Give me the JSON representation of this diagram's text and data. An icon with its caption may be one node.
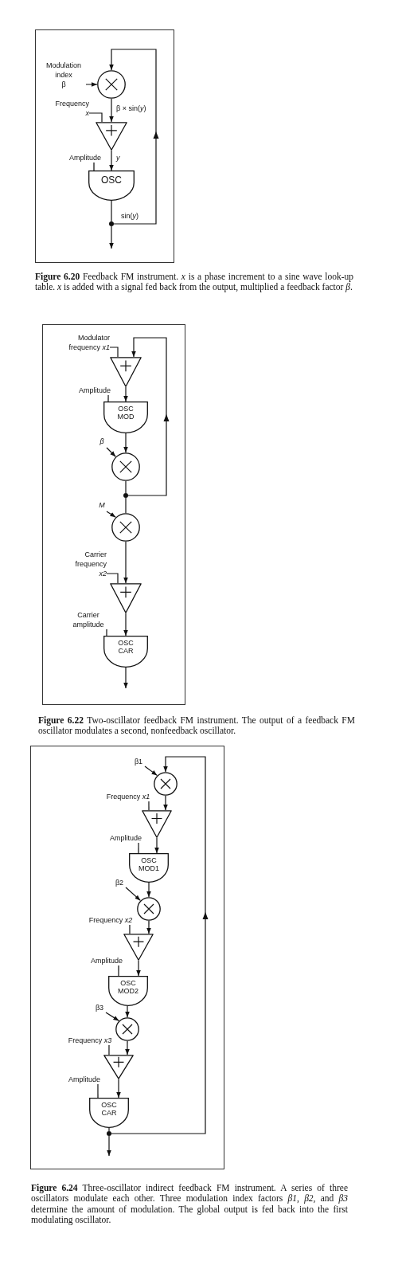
{
  "diagram": {
    "nodes": [
      {
        "text": [
          "Modulation index β"
        ]
      },
      {
        "text": [],
        "shape": "circle"
      },
      {
        "text": [
          "Frequency *x*"
        ]
      },
      {
        "text": [],
        "shape": "triangle"
      },
      {
        "text": [
          "Amplitude"
        ]
      },
      {
        "text": [
          "OSC"
        ]
      },
      {
        "text": [],
        "shape": "dot"
      },
      {
        "text": [
          "Modulator frequency *x1*"
        ]
      },
      {
        "text": [],
        "shape": "triangle"
      },
      {
        "text": [
          "Amplitude"
        ]
      },
      {
        "text": [
          "OSC MOD"
        ]
      },
      {
        "text": [
          "β"
        ]
      },
      {
        "text": [],
        "shape": "circle"
      },
      {
        "text": [],
        "shape": "dot"
      },
      {
        "text": [
          "M"
        ]
      },
      {
        "text": [],
        "shape": "circle"
      },
      {
        "text": [
          "Carrier frequency *x2*"
        ]
      },
      {
        "text": [],
        "shape": "triangle"
      },
      {
        "text": [
          "Carrier amplitude"
        ]
      },
      {
        "text": [
          "OSC CAR"
        ]
      },
      {
        "text": [
          "β1"
        ]
      },
      {
        "text": [],
        "shape": "circle"
      },
      {
        "text": [
          "Frequency *x1*"
        ]
      },
      {
        "text": [],
        "shape": "triangle"
      },
      {
        "text": [
          "Amplitude"
        ]
      },
      {
        "text": [
          "OSC MOD1"
        ]
      },
      {
        "text": [
          "β2"
        ]
      },
      {
        "text": [],
        "shape": "circle"
      },
      {
        "text": [
          "Frequency *x2*"
        ]
      },
      {
        "text": [],
        "shape": "triangle"
      },
      {
        "text": [
          "Amplitude"
        ]
      },
      {
        "text": [
          "OSC MOD2"
        ]
      },
      {
        "text": [
          "β3"
        ]
      },
      {
        "text": [],
        "shape": "circle"
      },
      {
        "text": [
          "Frequency *x3*"
        ]
      },
      {
        "text": [],
        "shape": "triangle"
      },
      {
        "text": [
          "Amplitude"
        ]
      },
      {
        "text": [
          "OSC CAR"
        ]
      },
      {
        "text": [],
        "shape": "dot"
      }
    ],
    "edges": [
      {
        "from": 0,
        "to": 1,
        "arrow": "to"
      },
      {
        "from": 1,
        "to": 3,
        "arrow": "to",
        "label": "β × sin(*y*)"
      },
      {
        "from": 2,
        "to": 3,
        "arrow": "none"
      },
      {
        "from": 3,
        "to": 5,
        "arrow": "to",
        "label": "*y*"
      },
      {
        "from": 4,
        "to": 5,
        "arrow": "none"
      },
      {
        "from": 5,
        "to": 6,
        "arrow": "none"
      },
      {
        "from": 6,
        "to": null,
        "arrow": "to"
      },
      {
        "from": 6,
        "to": 1,
        "arrow": "to",
        "label": "sin(*y*)"
      },
      {
        "from": 7,
        "to": 8,
        "arrow": "none"
      },
      {
        "from": 8,
        "to": 10,
        "arrow": "to"
      },
      {
        "from": 9,
        "to": 10,
        "arrow": "none"
      },
      {
        "from": 10,
        "to": 12,
        "arrow": "to"
      },
      {
        "from": 11,
        "to": 12,
        "arrow": "to"
      },
      {
        "from": 12,
        "to": 13,
        "arrow": "none"
      },
      {
        "from": 13,
        "to": 8,
        "arrow": "to"
      },
      {
        "from": 13,
        "to": 15,
        "arrow": "none"
      },
      {
        "from": 14,
        "to": 15,
        "arrow": "to"
      },
      {
        "from": 15,
        "to": 17,
        "arrow": "to"
      },
      {
        "from": 16,
        "to": 17,
        "arrow": "none"
      },
      {
        "from": 17,
        "to": 19,
        "arrow": "to"
      },
      {
        "from": 18,
        "to": 19,
        "arrow": "none"
      },
      {
        "from": 19,
        "to": null,
        "arrow": "to"
      },
      {
        "from": 20,
        "to": 21,
        "arrow": "to"
      },
      {
        "from": 21,
        "to": 23,
        "arrow": "to"
      },
      {
        "from": 22,
        "to": 23,
        "arrow": "none"
      },
      {
        "from": 23,
        "to": 25,
        "arrow": "to"
      },
      {
        "from": 24,
        "to": 25,
        "arrow": "none"
      },
      {
        "from": 25,
        "to": 27,
        "arrow": "to"
      },
      {
        "from": 26,
        "to": 27,
        "arrow": "to"
      },
      {
        "from": 27,
        "to": 29,
        "arrow": "to"
      },
      {
        "from": 28,
        "to": 29,
        "arrow": "none"
      },
      {
        "from": 29,
        "to": 31,
        "arrow": "to"
      },
      {
        "from": 30,
        "to": 31,
        "arrow": "none"
      },
      {
        "from": 31,
        "to": 33,
        "arrow": "to"
      },
      {
        "from": 32,
        "to": 33,
        "arrow": "to"
      },
      {
        "from": 33,
        "to": 35,
        "arrow": "to"
      },
      {
        "from": 34,
        "to": 35,
        "arrow": "none"
      },
      {
        "from": 35,
        "to": 37,
        "arrow": "to"
      },
      {
        "from": 36,
        "to": 37,
        "arrow": "none"
      },
      {
        "from": 37,
        "to": 38,
        "arrow": "none"
      },
      {
        "from": 38,
        "to": null,
        "arrow": "to"
      },
      {
        "from": 38,
        "to": 21,
        "arrow": "to"
      }
    ],
    "labels": [
      "**Figure 6.20** Feedback FM instrument. *x* is a phase increment to a sine wave look-up table. *x* is added with a signal fed back from the output, multiplied a feedback factor *β*.",
      "**Figure 6.22** Two-oscillator feedback FM instrument. The output of a feedback FM oscillator modulates a second, nonfeedback oscillator.",
      "**Figure 6.24** Three-oscillator indirect feedback FM instrument. A series of three oscillators modulate each other. Three modulation index factors *β1*, *β2*, and *β3* determine the amount of modulation. The global output is fed back into the first modulating oscillator."
    ]
  }
}
